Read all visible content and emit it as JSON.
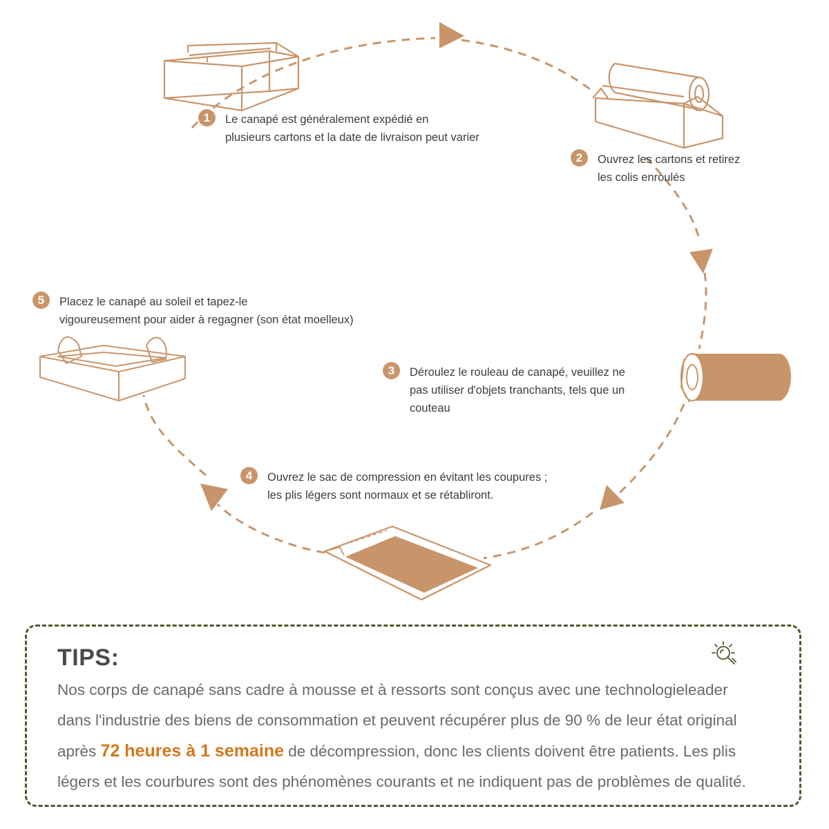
{
  "steps": [
    {
      "number": "1",
      "line1": "Le canapé est généralement expédié en",
      "line2": "plusieurs cartons et la date de livraison peut varier",
      "line3": ""
    },
    {
      "number": "2",
      "line1": "Ouvrez les cartons et retirez",
      "line2": "les colis enroulés",
      "line3": ""
    },
    {
      "number": "3",
      "line1": "Déroulez le rouleau de canapé, veuillez ne",
      "line2": "pas utiliser d'objets tranchants, tels que un",
      "line3": "couteau"
    },
    {
      "number": "4",
      "line1": "Ouvrez le sac de compression en évitant les coupures ;",
      "line2": "les plis légers sont normaux et se rétabliront.",
      "line3": ""
    },
    {
      "number": "5",
      "line1": "Placez le canapé au soleil et tapez-le",
      "line2": "vigoureusement pour aider à regagner (son état moelleux)",
      "line3": ""
    }
  ],
  "tips": {
    "title": "TIPS:",
    "line1": "Nos corps de canapé sans cadre à mousse et à ressorts sont conçus avec une technologieleader",
    "line2": "dans l'industrie des biens de consommation et peuvent récupérer plus de 90 % de leur état original",
    "line3_before": "après ",
    "line3_highlight": "72 heures à 1 semaine",
    "line3_after": " de décompression, donc les clients doivent être patients. Les plis",
    "line4": "légers et les courbures sont des phénomènes courants et ne indiquent pas de problèmes de qualité.",
    "icon": "lightbulb-icon"
  },
  "colors": {
    "accent": "#c8956a",
    "text": "#3d3d3d",
    "tips_border": "#4d5a2e",
    "highlight": "#d2781e",
    "tips_text": "#6a6a6a"
  }
}
